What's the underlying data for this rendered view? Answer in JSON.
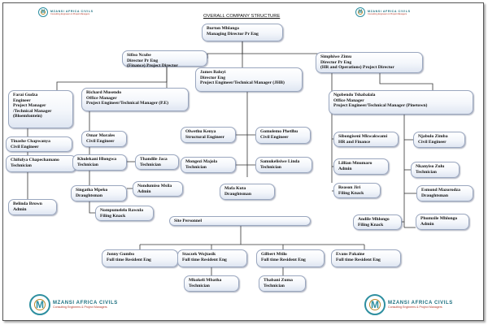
{
  "document_title": "OVERALL COMPANY STRUCTURE",
  "logo": {
    "name": "MZANSI AFRICA CIVILS",
    "tagline": "Consulting Engineers & Project Managers",
    "icon": "mzansi-logo-icon"
  },
  "nodes": {
    "burton": [
      "Burton Mhlanga",
      "Managing Director Pr Eng"
    ],
    "sifiso": [
      "Sifiso Ncube",
      "Director Pr Eng",
      "(Finance) Project Director"
    ],
    "simphiwe": [
      "Simphiwe Zimu",
      "Director Pr Eng",
      "(HR and Operations) Project Director"
    ],
    "james": [
      "James Baloyi",
      "Director Eng",
      "Project Engineer/Technical Manager (JHB)"
    ],
    "farai": [
      "Farai Gudza",
      "Engineer",
      "Project Manager",
      "/Technical Manager",
      "(Bloemfontein)"
    ],
    "richard": [
      "Richard Musendo",
      "Office Manager",
      "Project Engineer/Technical Manager (P.E)"
    ],
    "ngobendo": [
      "Ngobendo Tshabalala",
      "Office Manager",
      "Project Engineer/Technical Manager (Pinetown)"
    ],
    "tinashe": [
      "Tinashe Chapwanya",
      "Civil Engineer"
    ],
    "chifufya": [
      "Chifufya Chapechamano",
      "Technician"
    ],
    "belinda": [
      "Belinda Brown",
      "Admin"
    ],
    "omar": [
      "Omar Morales",
      "Civil Engineer"
    ],
    "khulekani": [
      "Khulekani Hlongwa",
      "Technician"
    ],
    "thandile": [
      "Thandile Jaca",
      "Technician"
    ],
    "singatha": [
      "Singatha Mpeko",
      "Draughtsman"
    ],
    "nondumiso": [
      "Nondumiso Msila",
      "Admin"
    ],
    "nompumelelo": [
      "Nompumelelo Rawula",
      "Filing Knack"
    ],
    "olwethu": [
      "Olwethu Kenya",
      "Structural Engineer"
    ],
    "gomolemo": [
      "Gomolemo Phetlhu",
      "Civil Engineer"
    ],
    "mongezi": [
      "Mongezi Majola",
      "Technician"
    ],
    "samukelisiwe": [
      "Samukelisiwe Linda",
      "Technician"
    ],
    "mafa": [
      "Mafa Kuta",
      "Draughtsman"
    ],
    "sibongiseni": [
      "Sibongiseni Mkwakwami",
      "HR and Finance"
    ],
    "lillian": [
      "Lillian Mnumaro",
      "Admin"
    ],
    "reason": [
      "Reason Jiri",
      "Filing Knack"
    ],
    "njabulo": [
      "Njabulo Zimba",
      "Civil Engineer"
    ],
    "nkanyiso": [
      "Nkanyiso Zulu",
      "Technician"
    ],
    "esmond": [
      "Esmond Mazorodza",
      "Draughtsman"
    ],
    "andile": [
      "Andile Mhlongo",
      "Filing Knack"
    ],
    "phumzile": [
      "Phumzile Mhlongo",
      "Admin"
    ],
    "site": [
      "Site Personnel"
    ],
    "jonny": [
      "Jonny Gumbo",
      "Full time Resident Eng"
    ],
    "staczek": [
      "Staczek Wojtasik",
      "Full time Resident Eng"
    ],
    "gilbert": [
      "Gilbert Mtilo",
      "Full time Resident Eng"
    ],
    "evans": [
      "Evans Pakaine",
      "Full time Resident Eng"
    ],
    "mkokeli": [
      "Mkokeli Mbatha",
      "Technician"
    ],
    "thabani": [
      "Thabani Zuma",
      "Technician"
    ]
  }
}
